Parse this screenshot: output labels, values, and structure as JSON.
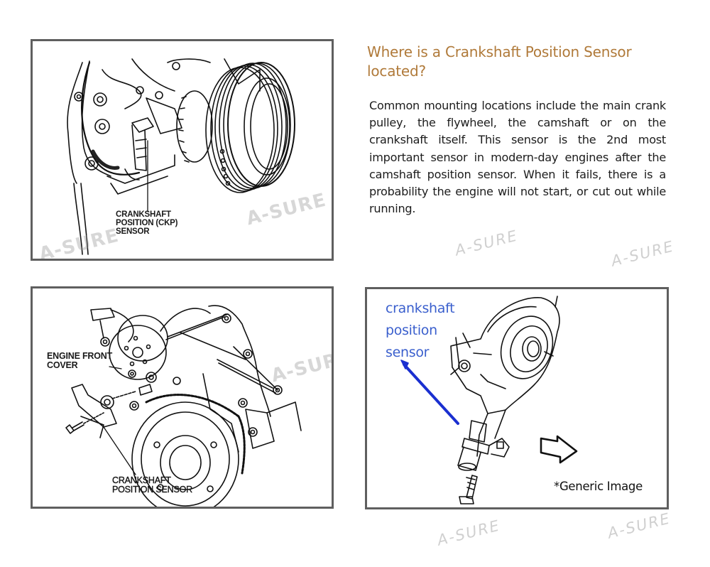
{
  "article": {
    "heading": "Where is a Crankshaft Position Sensor located?",
    "body": "Common mounting locations include the main crank pulley, the flywheel, the camshaft or on the crankshaft itself. This sensor is the 2nd most important sensor in modern-day engines after the camshaft position sensor. When it fails, there is a probability the engine will not start, or cut out while running."
  },
  "figures": [
    {
      "caption_lines": [
        "CRANKSHAFT",
        "POSITION (CKP)",
        "SENSOR"
      ]
    },
    {
      "callout_cover": [
        "ENGINE FRONT",
        "COVER"
      ],
      "callout_sensor": [
        "CRANKSHAFT",
        "POSITION SENSOR"
      ]
    },
    {
      "label_lines": [
        "crankshaft",
        "position",
        "sensor"
      ],
      "note": "*Generic Image",
      "label_color": "#3a5fcd"
    }
  ],
  "watermark": "A-SURE",
  "colors": {
    "heading": "#b07a3a",
    "border": "#5f5f5f",
    "arrow_blue": "#1a2fd0"
  }
}
